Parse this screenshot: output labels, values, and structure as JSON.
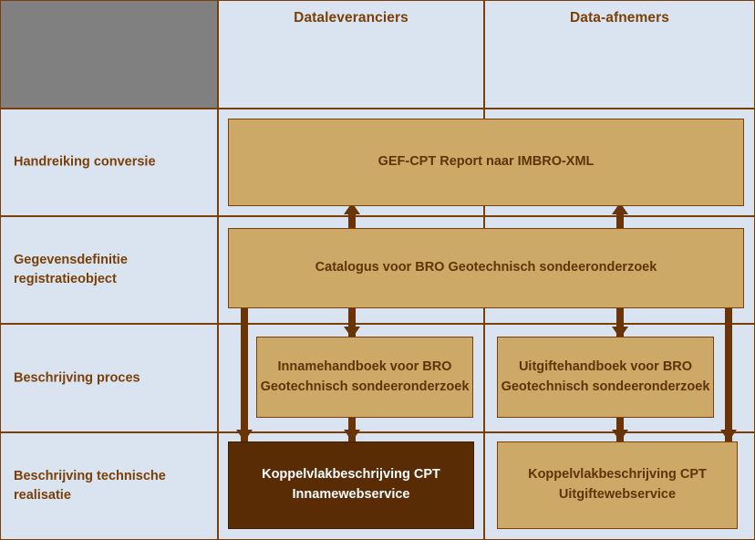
{
  "diagram": {
    "title_columns": [
      {
        "id": "col-dataleveranciers",
        "label": "Dataleveranciers"
      },
      {
        "id": "col-data-afnemers",
        "label": "Data-afnemers"
      }
    ],
    "row_labels": [
      {
        "id": "row-handreiking-conversie",
        "label": "Handreiking conversie"
      },
      {
        "id": "row-gegevensdefinitie",
        "label": "Gegevensdefinitie registratieobject"
      },
      {
        "id": "row-beschrijving-proces",
        "label": "Beschrijving proces"
      },
      {
        "id": "row-beschrijving-technische-realisatie",
        "label": "Beschrijving technische realisatie"
      }
    ],
    "boxes": [
      {
        "id": "box-gef-cpt-report",
        "label": "GEF-CPT Report naar IMBRO-XML",
        "style": "tan"
      },
      {
        "id": "box-catalogus",
        "label": "Catalogus voor BRO Geotechnisch sondeeronderzoek",
        "style": "tan"
      },
      {
        "id": "box-innamehandboek",
        "label": "Innamehandboek voor BRO Geotechnisch sondeeronderzoek",
        "style": "tan"
      },
      {
        "id": "box-uitgiftehandboek",
        "label": "Uitgiftehandboek voor BRO Geotechnisch sondeeronderzoek",
        "style": "tan"
      },
      {
        "id": "box-koppelvlak-inname",
        "label": "Koppelvlakbeschrijving CPT Innamewebservice",
        "style": "dark"
      },
      {
        "id": "box-koppelvlak-uitgifte",
        "label": "Koppelvlakbeschrijving CPT Uitgiftewebservice",
        "style": "tan"
      }
    ],
    "colors": {
      "grid_background": "#d9e4f0",
      "corner_block": "#808080",
      "border": "#7a3f06",
      "box_fill": "#cca967",
      "box_fill_highlight": "#5a2c06",
      "text": "#7a3f06",
      "text_highlight": "#ffffff",
      "arrow": "#6b3405"
    }
  }
}
